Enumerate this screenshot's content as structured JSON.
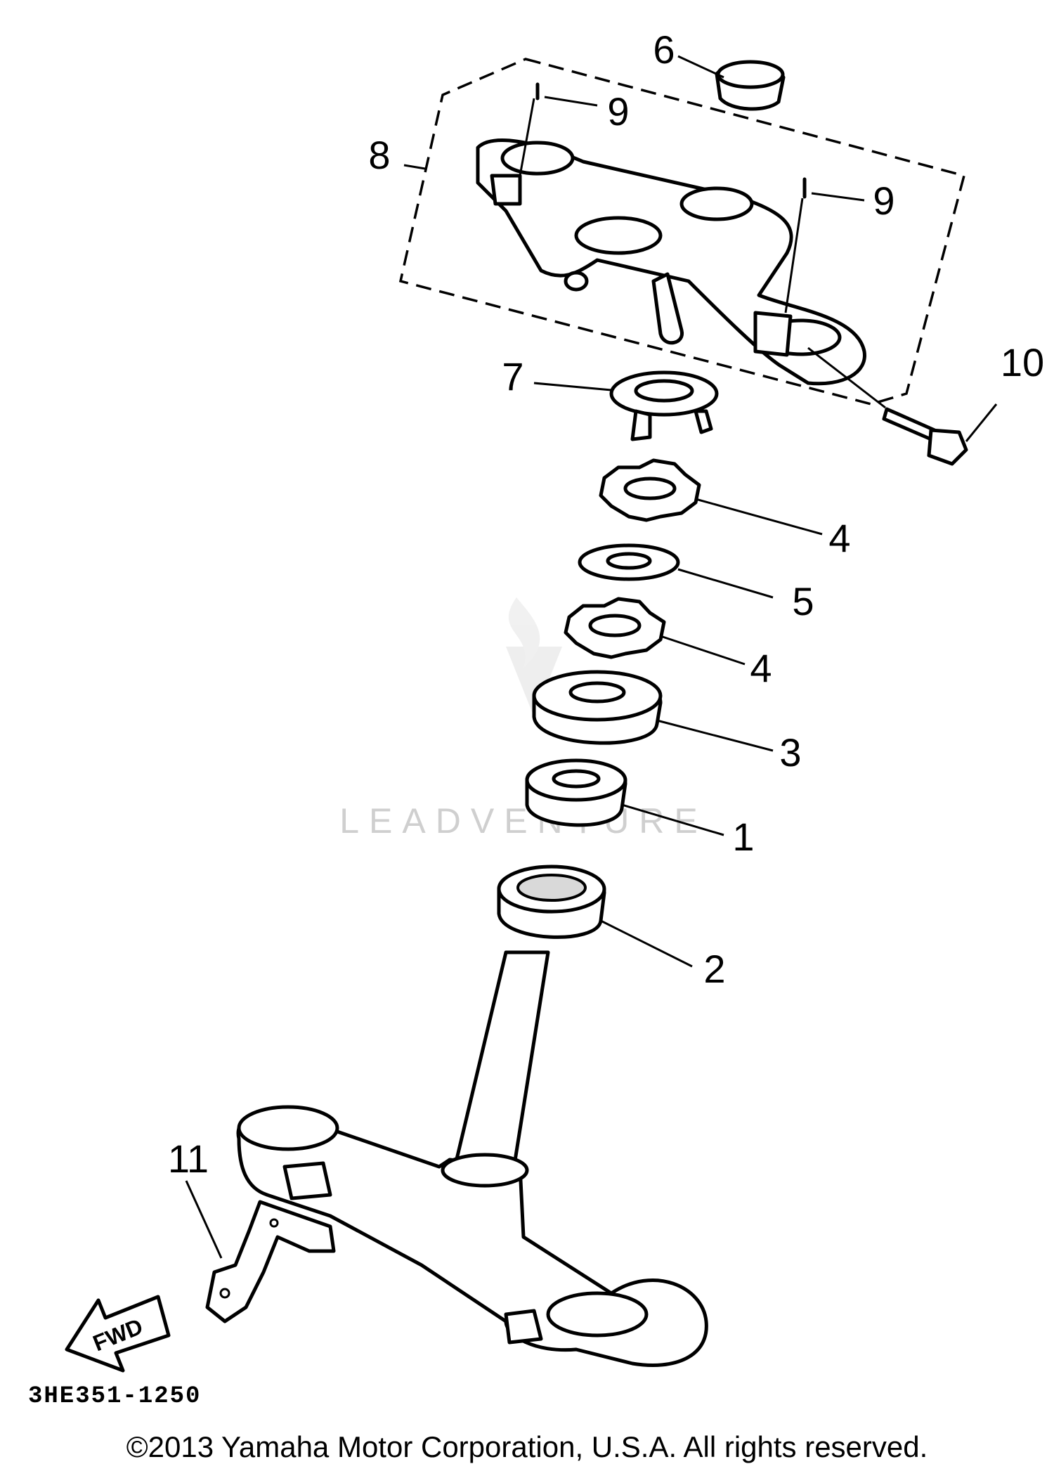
{
  "diagram": {
    "code": "3HE351-1250",
    "direction_arrow_label": "FWD",
    "watermark": "LEADVENTURE",
    "callouts": [
      "1",
      "2",
      "3",
      "4",
      "4",
      "5",
      "6",
      "7",
      "8",
      "9",
      "9",
      "10",
      "11"
    ]
  },
  "footer": {
    "copyright": "©2013 Yamaha Motor Corporation, U.S.A. All rights reserved."
  }
}
